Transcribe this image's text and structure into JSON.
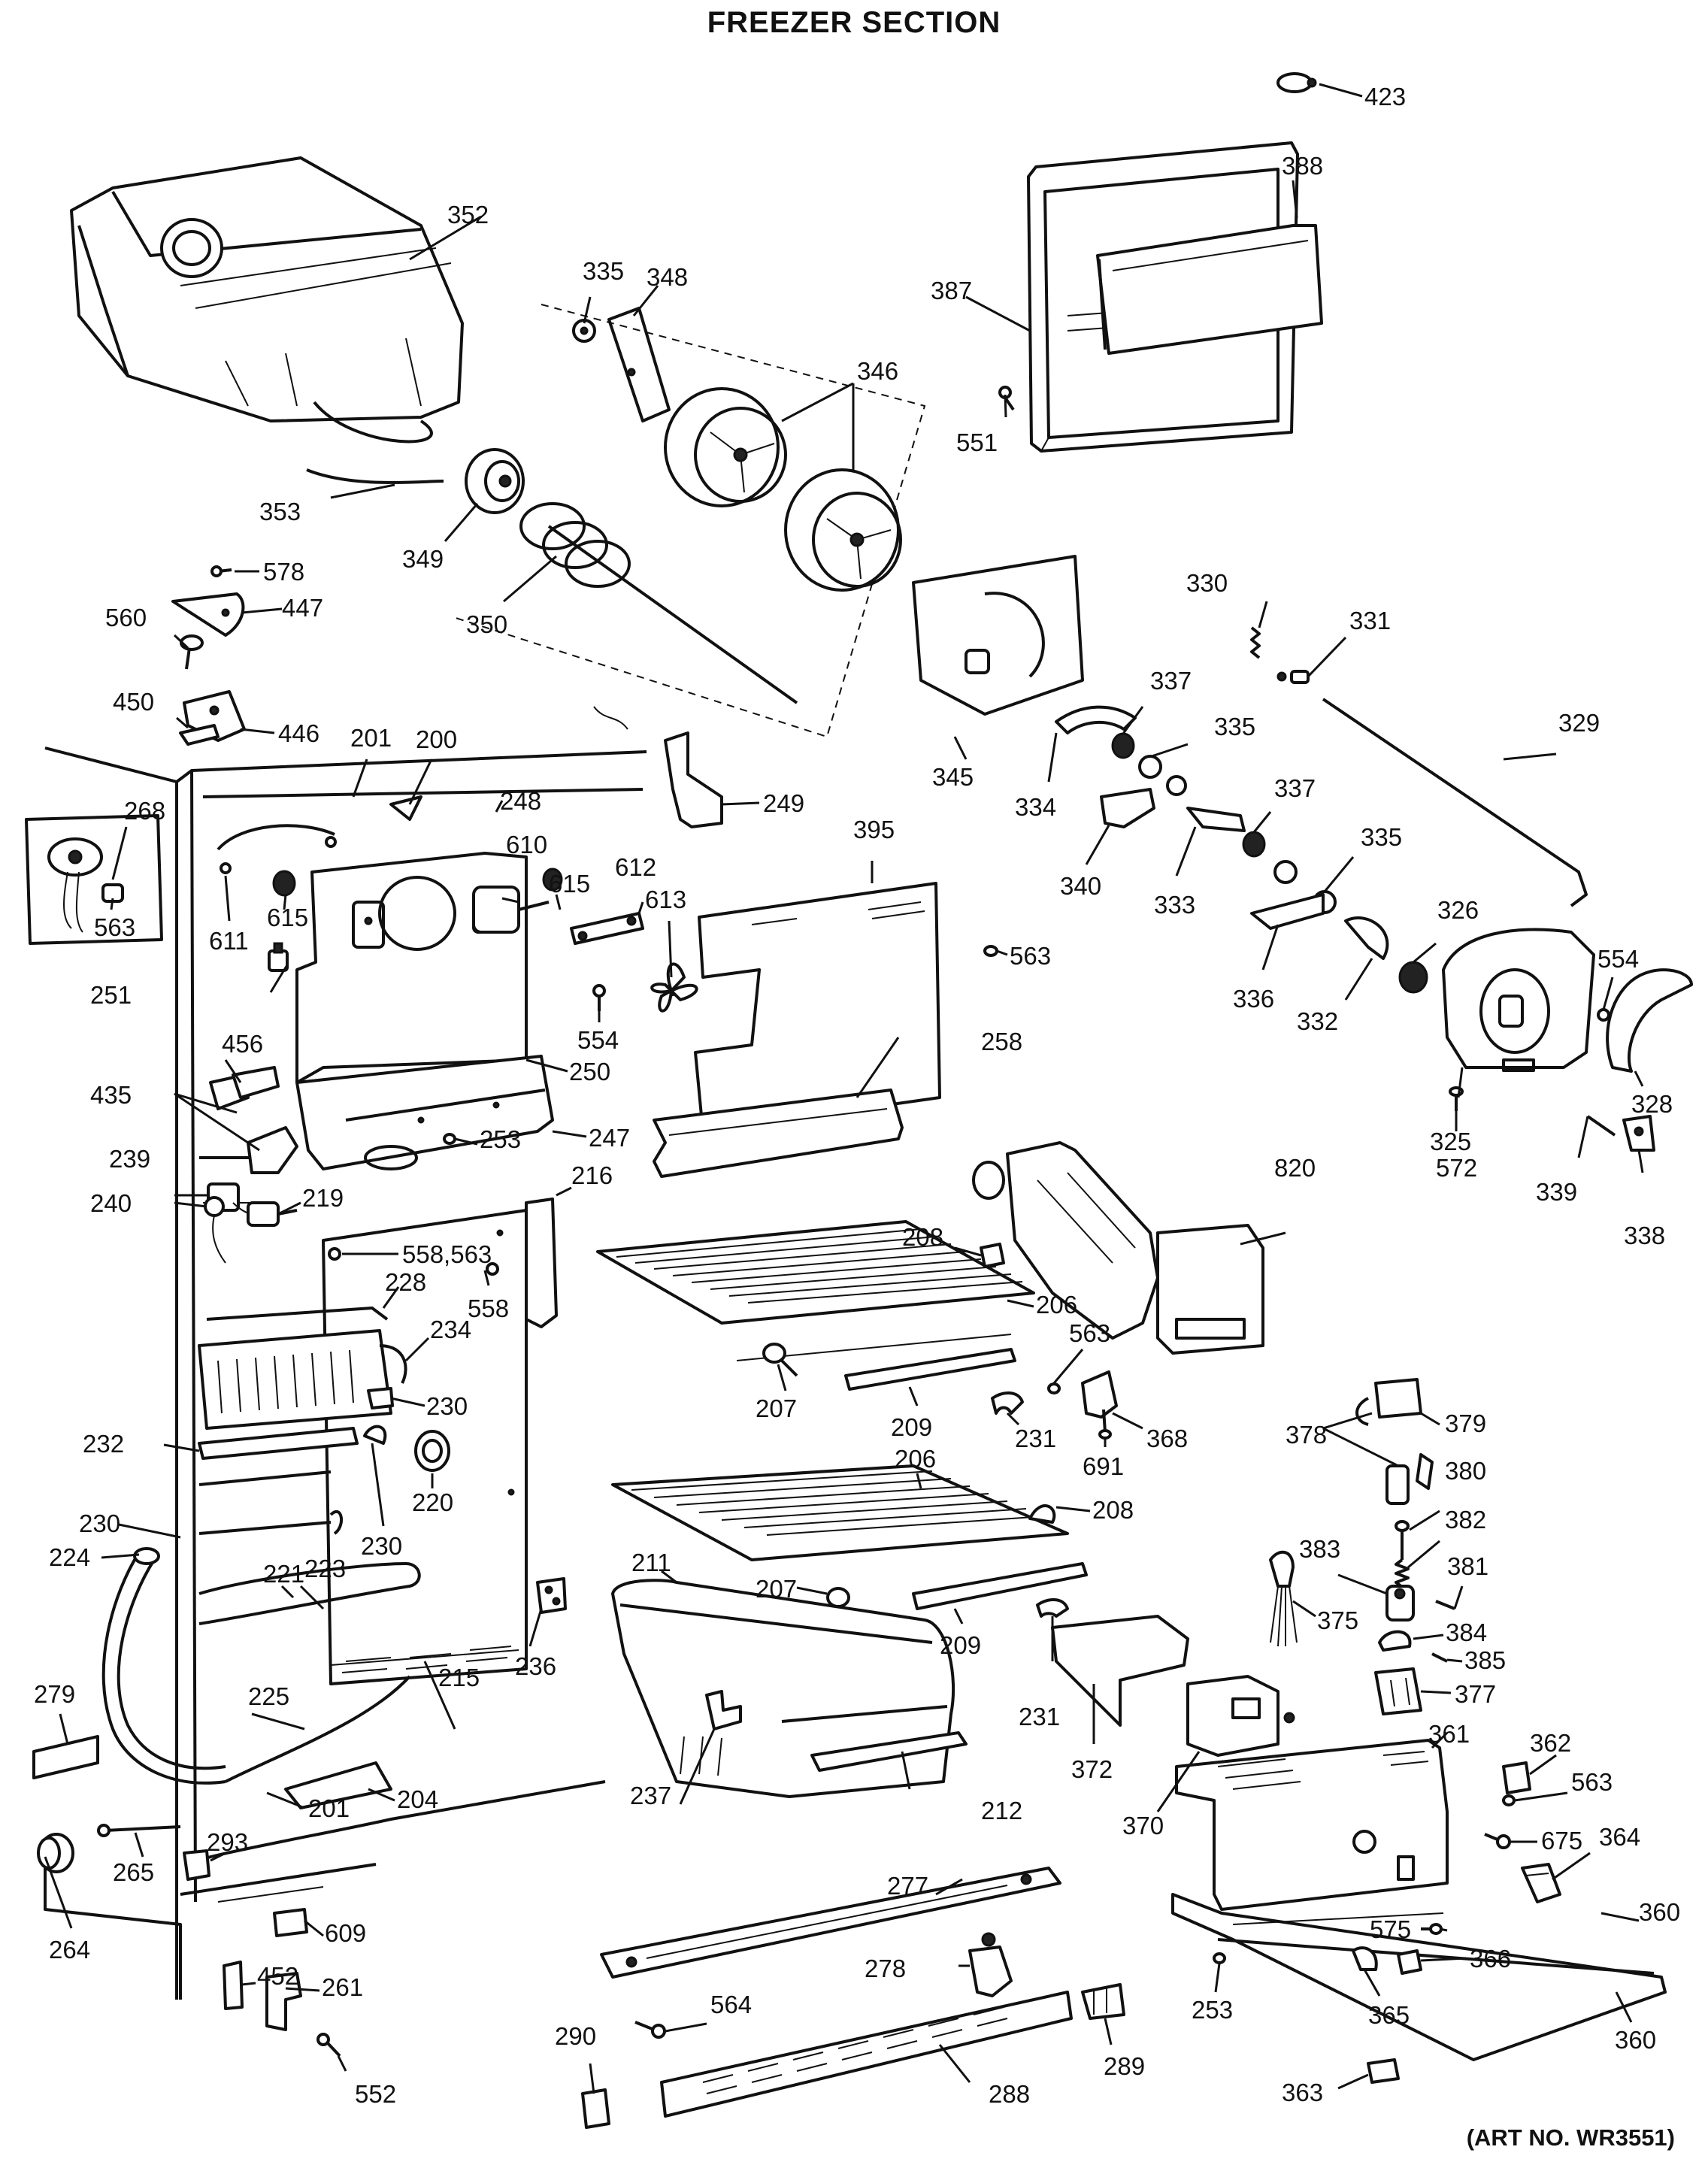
{
  "title": "FREEZER SECTION",
  "art_number": "(ART NO. WR3551)",
  "part_labels": {
    "p423": "423",
    "p388": "388",
    "p387": "387",
    "p551": "551",
    "p352": "352",
    "p335a": "335",
    "p348": "348",
    "p346": "346",
    "p353": "353",
    "p349": "349",
    "p350": "350",
    "p578": "578",
    "p447": "447",
    "p560": "560",
    "p450": "450",
    "p446": "446",
    "p201a": "201",
    "p200": "200",
    "p268": "268",
    "p563a": "563",
    "p248": "248",
    "p610": "610",
    "p249": "249",
    "p615a": "615",
    "p615b": "615",
    "p611": "611",
    "p612": "612",
    "p613": "613",
    "p395": "395",
    "p251": "251",
    "p563b": "563",
    "p554a": "554",
    "p250": "250",
    "p456": "456",
    "p435": "435",
    "p253a": "253",
    "p247": "247",
    "p258": "258",
    "p239": "239",
    "p240": "240",
    "p219": "219",
    "p216": "216",
    "p558_563": "558,563",
    "p558": "558",
    "p228": "228",
    "p234": "234",
    "p230a": "230",
    "p232": "232",
    "p220": "220",
    "p230b": "230",
    "p230c": "230",
    "p224": "224",
    "p221": "221",
    "p223": "223",
    "p236": "236",
    "p279": "279",
    "p225": "225",
    "p215": "215",
    "p204": "204",
    "p201b": "201",
    "p293": "293",
    "p265": "265",
    "p264": "264",
    "p609": "609",
    "p452": "452",
    "p261": "261",
    "p552": "552",
    "p345": "345",
    "p330": "330",
    "p331": "331",
    "p337a": "337",
    "p329": "329",
    "p334": "334",
    "p335b": "335",
    "p340": "340",
    "p337b": "337",
    "p333": "333",
    "p335c": "335",
    "p326": "326",
    "p336": "336",
    "p332": "332",
    "p554b": "554",
    "p325": "325",
    "p572": "572",
    "p328": "328",
    "p339": "339",
    "p338": "338",
    "p820": "820",
    "p208a": "208",
    "p206a": "206",
    "p563c": "563",
    "p207a": "207",
    "p209a": "209",
    "p231a": "231",
    "p368": "368",
    "p691": "691",
    "p206b": "206",
    "p208b": "208",
    "p211": "211",
    "p207b": "207",
    "p209b": "209",
    "p231b": "231",
    "p237": "237",
    "p212": "212",
    "p372": "372",
    "p370": "370",
    "p378": "378",
    "p379": "379",
    "p380": "380",
    "p382": "382",
    "p383": "383",
    "p381": "381",
    "p375": "375",
    "p384": "384",
    "p385": "385",
    "p377": "377",
    "p361": "361",
    "p362": "362",
    "p563d": "563",
    "p675": "675",
    "p364": "364",
    "p277": "277",
    "p278": "278",
    "p564": "564",
    "p290": "290",
    "p289": "289",
    "p288": "288",
    "p575": "575",
    "p366": "366",
    "p253b": "253",
    "p365": "365",
    "p360a": "360",
    "p360b": "360",
    "p363": "363"
  }
}
